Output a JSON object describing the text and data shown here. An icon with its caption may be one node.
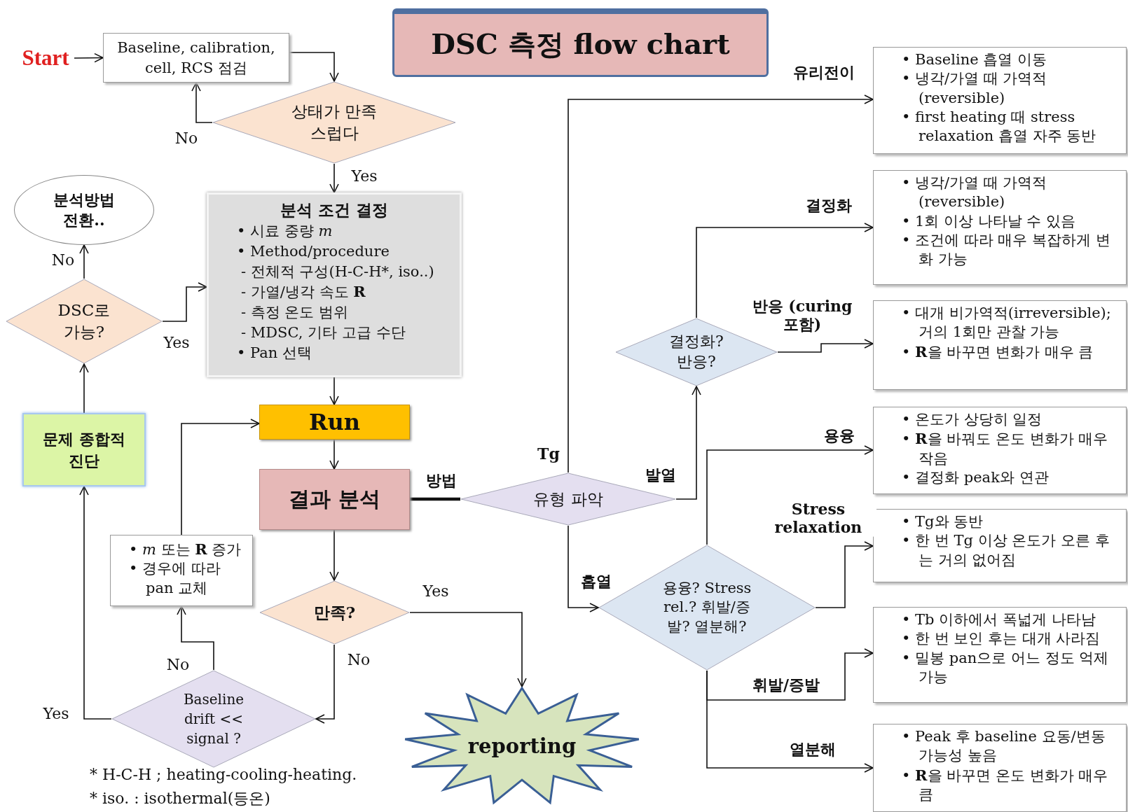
{
  "diagram": {
    "title": "DSC 측정 flow chart",
    "nodes": [
      {
        "text": [
          "Start"
        ]
      },
      {
        "text": [
          "Baseline, calibration, cell, RCS 점검"
        ]
      },
      {
        "text": [
          "상태가 만족스럽다"
        ]
      },
      {
        "text": [
          "분석 조건 결정",
          "• 시료 중량 *m*",
          "• Method/procedure",
          "- 전체적 구성(H-C-H*, iso..)",
          "- 가열/냉각 속도 **R**",
          "- 측정 온도 범위",
          "- MDSC, 기타 고급 수단",
          "• Pan 선택"
        ]
      },
      {
        "text": [
          "분석방법 전환.."
        ]
      },
      {
        "text": [
          "DSC로 가능?"
        ]
      },
      {
        "text": [
          "문제 종합적 진단"
        ]
      },
      {
        "text": [
          "Run"
        ]
      },
      {
        "text": [
          "결과 분석"
        ]
      },
      {
        "text": [
          "• *m* 또는 **R** 증가",
          "• 경우에 따라 pan 교체"
        ]
      },
      {
        "text": [
          "만족?"
        ]
      },
      {
        "text": [
          "Baseline drift << signal ?"
        ]
      },
      {
        "text": [
          "reporting"
        ]
      },
      {
        "text": [
          "유형 파악"
        ]
      },
      {
        "text": [
          "결정화? 반응?"
        ]
      },
      {
        "text": [
          "용융? Stress rel.? 휘발/증발? 열분해?"
        ]
      },
      {
        "text": [
          "• Baseline 흡열 이동",
          "• 냉각/가열 때 가역적 (reversible)",
          "• first heating 때 stress relaxation 흡열 자주 동반"
        ],
        "beside": [
          "유리전이"
        ]
      },
      {
        "text": [
          "• 냉각/가열 때 가역적 (reversible)",
          "• 1회 이상 나타날 수 있음",
          "• 조건에 따라 매우 복잡하게 변화 가능"
        ]
      },
      {
        "text": [
          "• 대개 비가역적(irreversible); 거의 1회만 관찰 가능",
          "• **R**을 바꾸면 변화가 매우 큼"
        ]
      },
      {
        "text": [
          "• 온도가 상당히 일정",
          "• **R**을 바꿔도 온도 변화가 매우 작음",
          "• 결정화 peak와 연관"
        ]
      },
      {
        "text": [
          "• Tg와 동반",
          "• 한 번 Tg 이상 온도가 오른 후는 거의 없어짐"
        ]
      },
      {
        "text": [
          "• Tb 이하에서 폭넓게 나타남",
          "• 한 번 보인 후는 대개 사라짐",
          "• 밀봉 pan으로 어느 정도 억제 가능"
        ]
      },
      {
        "text": [
          "• Peak 후 baseline 요동/변동 가능성 높음",
          "• **R**을 바꾸면 온도 변화가 매우 큼"
        ]
      }
    ],
    "edges": [
      {
        "from": 0,
        "to": 1,
        "arrow": "to"
      },
      {
        "from": 1,
        "to": 2,
        "arrow": "to"
      },
      {
        "from": 2,
        "to": 1,
        "arrow": "to",
        "label": "No"
      },
      {
        "from": 2,
        "to": 3,
        "arrow": "to",
        "label": "Yes"
      },
      {
        "from": 5,
        "to": 4,
        "arrow": "to",
        "label": "No"
      },
      {
        "from": 5,
        "to": 3,
        "arrow": "to",
        "label": "Yes"
      },
      {
        "from": 3,
        "to": 7,
        "arrow": "to"
      },
      {
        "from": 6,
        "to": 5,
        "arrow": "to"
      },
      {
        "from": 7,
        "to": 8,
        "arrow": "to"
      },
      {
        "from": 8,
        "to": 10,
        "arrow": "to"
      },
      {
        "from": 10,
        "to": 12,
        "arrow": "to",
        "label": "Yes"
      },
      {
        "from": 10,
        "to": 11,
        "arrow": "to",
        "label": "No"
      },
      {
        "from": 11,
        "to": 9,
        "arrow": "to",
        "label": "No"
      },
      {
        "from": 11,
        "to": 6,
        "arrow": "to",
        "label": "Yes"
      },
      {
        "from": 9,
        "to": 7,
        "arrow": "to"
      },
      {
        "from": 8,
        "to": 13,
        "arrow": "none",
        "label": "방법",
        "style": "thick"
      },
      {
        "from": 13,
        "to": 16,
        "arrow": "to",
        "label": "Tg"
      },
      {
        "from": 13,
        "to": 14,
        "arrow": "to",
        "label": "발열"
      },
      {
        "from": 13,
        "to": 15,
        "arrow": "to",
        "label": "흡열"
      },
      {
        "from": 14,
        "to": 17,
        "arrow": "to",
        "label": "결정화"
      },
      {
        "from": 14,
        "to": 18,
        "arrow": "to",
        "label": "반응 (curing 포함)"
      },
      {
        "from": 15,
        "to": 19,
        "arrow": "to",
        "label": "용융"
      },
      {
        "from": 15,
        "to": 20,
        "arrow": "to",
        "label": "Stress relaxation"
      },
      {
        "from": 15,
        "to": 21,
        "arrow": "to",
        "label": "휘발/증발"
      },
      {
        "from": 15,
        "to": 22,
        "arrow": "to",
        "label": "열분해"
      }
    ],
    "labels": [
      "* H-C-H ; heating-cooling-heating.",
      "* iso. : isothermal(등온)"
    ]
  }
}
